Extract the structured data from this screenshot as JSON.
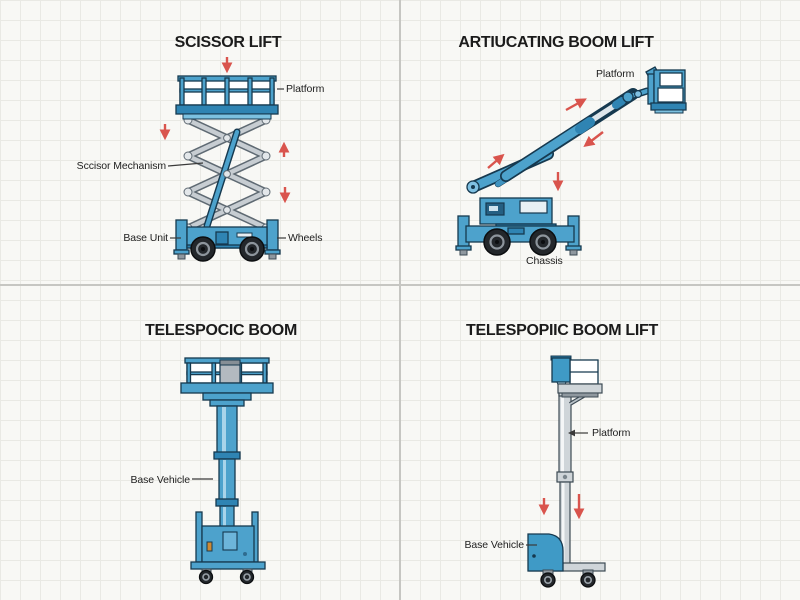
{
  "colors": {
    "background": "#f8f8f5",
    "grid_line": "#e9e9e4",
    "divider": "#c6c6c2",
    "machine_blue": "#4da2cc",
    "machine_blue_dark": "#2f84b3",
    "outline_navy": "#16394f",
    "steel_gray": "#cfd5d9",
    "scissor_bar_gray": "#c7cdd2",
    "arrow_red": "#d9544d",
    "title_text": "#1b1b1b",
    "label_text": "#1e1e1e"
  },
  "panels": [
    {
      "id": "scissor-lift",
      "title": "SCISSOR LIFT",
      "labels": {
        "platform": "Platform",
        "mechanism": "Sccisor Mechanism",
        "base": "Base Unit",
        "wheels": "Wheels"
      }
    },
    {
      "id": "articulating-boom-lift",
      "title": "ARTIUCATING BOOM LIFT",
      "labels": {
        "platform": "Platform",
        "chassis": "Chassis"
      }
    },
    {
      "id": "telescopic-boom",
      "title": "TELESPOCIC BOOM",
      "labels": {
        "base_vehicle": "Base Vehicle"
      }
    },
    {
      "id": "telescopic-boom-lift",
      "title": "TELESPOPIIC BOOM LIFT",
      "labels": {
        "platform": "Platform",
        "base_vehicle": "Base Vehicle"
      }
    }
  ]
}
